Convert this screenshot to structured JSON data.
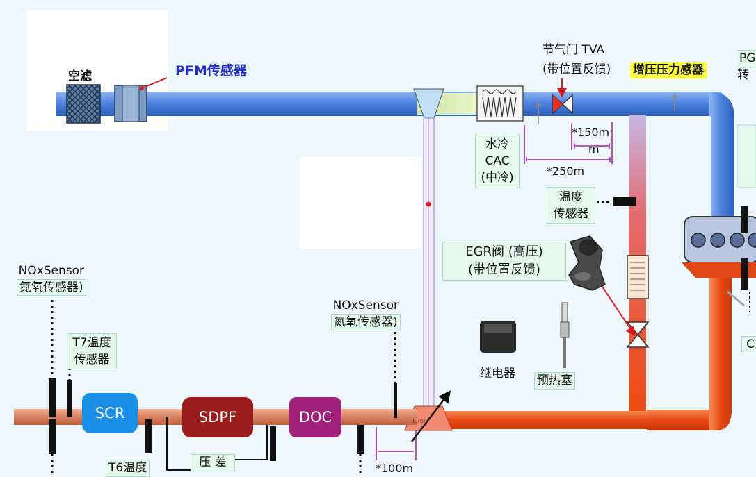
{
  "labels": {
    "air_filter": "空滤",
    "pfm_sensor": "PFM传感器",
    "throttle_line1": "节气门 TVA",
    "throttle_line2": "(带位置反馈)",
    "boost_sensor": "增压压力感器",
    "pg_line1": "PG",
    "pg_line2": "转",
    "cac_line1": "水冷",
    "cac_line2": "CAC",
    "cac_line3": "(中冷)",
    "dist_150_line1": "*150m",
    "dist_150_line2": "m",
    "dist_250": "*250m",
    "temp_sensor_line1": "温度",
    "temp_sensor_line2": "传感器",
    "egr_line1": "EGR阀 (高压)",
    "egr_line2": "(带位置反馈)",
    "relay": "继电器",
    "glow_plug": "预热塞",
    "nox_left_line1": "NOxSensor",
    "nox_left_line2": "氮氧传感器)",
    "nox_mid_line1": "NOxSensor",
    "nox_mid_line2": "氮氧传感器)",
    "t7_line1": "T7温度",
    "t7_line2": "传感器",
    "t6": "T6温度",
    "pressure_diff": "压 差",
    "dist_100": "*100m",
    "right_c": "C",
    "scr": "SCR",
    "sdpf": "SDPF",
    "doc": "DOC",
    "turbo": "Turbo"
  },
  "colors": {
    "intake_pipe": "#5b8ee0",
    "exhaust_pipe": "#e8501c",
    "aftertreatment_pipe": "#d98060",
    "scr_block": "#1a8fe8",
    "sdpf_block": "#9a1c1c",
    "doc_block": "#a0207a",
    "dimension_line": "#b020b0",
    "label_box": "#e4f8ee",
    "highlight": "#ffff33",
    "pfm_text": "#2030c8"
  }
}
